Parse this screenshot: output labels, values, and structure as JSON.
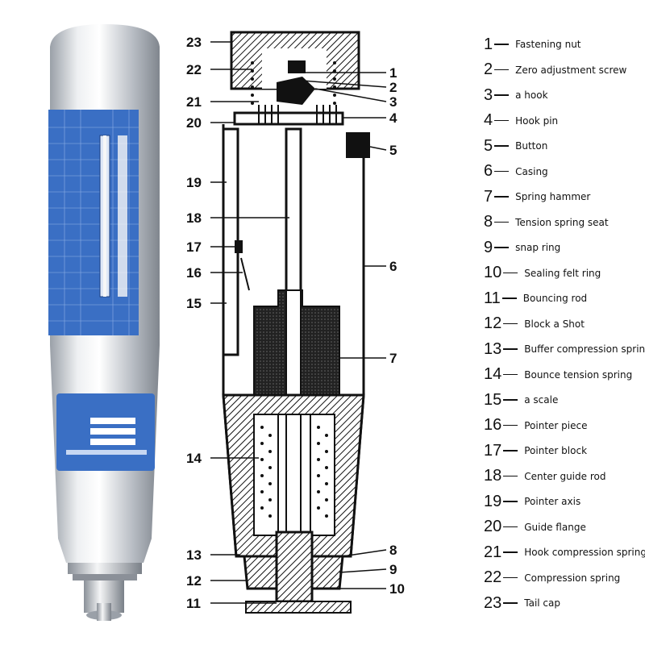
{
  "legend": [
    {
      "num": "1",
      "name": "Fastening nut"
    },
    {
      "num": "2",
      "name": "Zero adjustment screw"
    },
    {
      "num": "3",
      "name": "a hook"
    },
    {
      "num": "4",
      "name": "Hook pin"
    },
    {
      "num": "5",
      "name": "Button"
    },
    {
      "num": "6",
      "name": "Casing"
    },
    {
      "num": "7",
      "name": "Spring hammer"
    },
    {
      "num": "8",
      "name": "Tension spring seat"
    },
    {
      "num": "9",
      "name": "snap ring"
    },
    {
      "num": "10",
      "name": "Sealing felt ring"
    },
    {
      "num": "11",
      "name": "Bouncing rod"
    },
    {
      "num": "12",
      "name": "Block a Shot"
    },
    {
      "num": "13",
      "name": "Buffer compression spring"
    },
    {
      "num": "14",
      "name": "Bounce tension spring"
    },
    {
      "num": "15",
      "name": "a scale"
    },
    {
      "num": "16",
      "name": "Pointer piece"
    },
    {
      "num": "17",
      "name": "Pointer block"
    },
    {
      "num": "18",
      "name": "Center guide rod"
    },
    {
      "num": "19",
      "name": "Pointer axis"
    },
    {
      "num": "20",
      "name": "Guide flange"
    },
    {
      "num": "21",
      "name": "Hook compression spring"
    },
    {
      "num": "22",
      "name": "Compression spring"
    },
    {
      "num": "23",
      "name": "Tail cap"
    }
  ],
  "callouts": {
    "c1": "1",
    "c2": "2",
    "c3": "3",
    "c4": "4",
    "c5": "5",
    "c6": "6",
    "c7": "7",
    "c8": "8",
    "c9": "9",
    "c10": "10",
    "c11": "11",
    "c12": "12",
    "c13": "13",
    "c14": "14",
    "c15": "15",
    "c16": "16",
    "c17": "17",
    "c18": "18",
    "c19": "19",
    "c20": "20",
    "c21": "21",
    "c22": "22",
    "c23": "23"
  },
  "colors": {
    "label_blue": "#3a6fc4",
    "metal": "#c9ccd1",
    "ink": "#111111"
  }
}
